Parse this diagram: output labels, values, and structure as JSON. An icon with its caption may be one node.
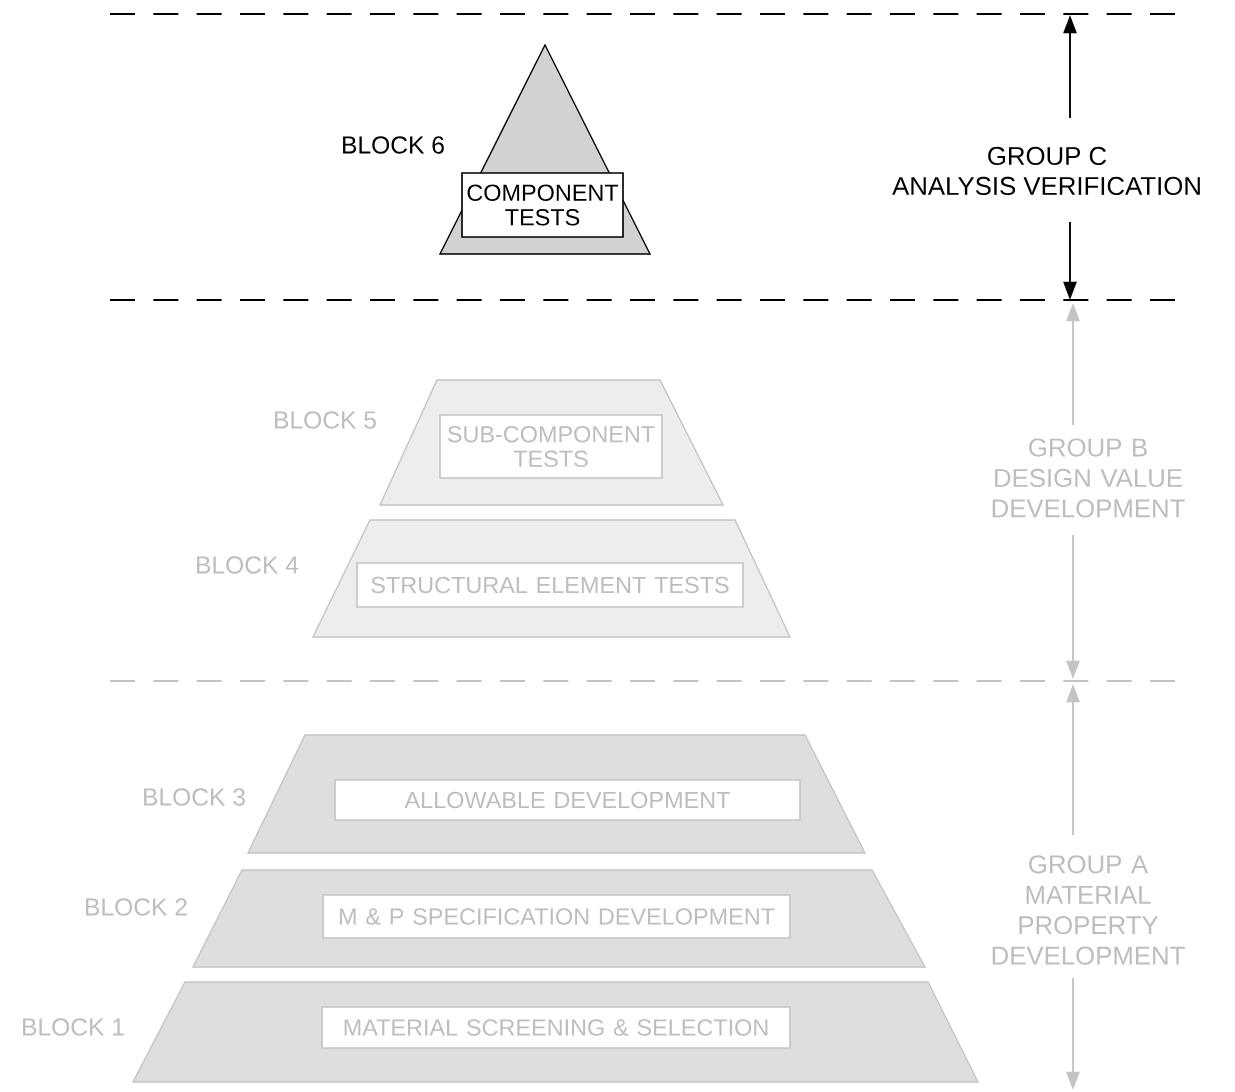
{
  "diagram": {
    "nodes": [
      {
        "text": [
          "COMPONENT TESTS"
        ]
      },
      {
        "text": [
          "SUB-COMPONENT TESTS"
        ]
      },
      {
        "text": [
          "STRUCTURAL ELEMENT TESTS"
        ]
      },
      {
        "text": [
          "ALLOWABLE DEVELOPMENT"
        ]
      },
      {
        "text": [
          "M & P SPECIFICATION DEVELOPMENT"
        ]
      },
      {
        "text": [
          "MATERIAL SCREENING & SELECTION"
        ]
      }
    ],
    "labels": [
      "BLOCK 6",
      "GROUP C",
      "ANALYSIS VERIFICATION",
      "BLOCK 5",
      "GROUP B DESIGN VALUE DEVELOPMENT",
      "BLOCK 4",
      "BLOCK 3",
      "GROUP A MATERIAL PROPERTY DEVELOPMENT",
      "BLOCK 2",
      "BLOCK 1"
    ]
  }
}
